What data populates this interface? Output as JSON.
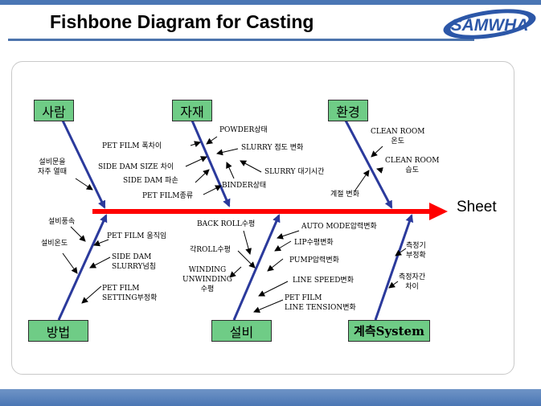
{
  "title": "Fishbone Diagram for Casting",
  "logo_text": "SAMWHA",
  "effect": "Sheet",
  "colors": {
    "spine": "#ff0000",
    "bone": "#2b3a9c",
    "box_fill": "#6fcc86",
    "accent": "#4a76b4"
  },
  "categories": {
    "people": "사람",
    "material": "자재",
    "environment": "환경",
    "method": "방법",
    "equipment": "설비",
    "measurement": "계측System"
  },
  "causes": {
    "people": [
      "설비문을\n자주 열때"
    ],
    "material": [
      "POWDER상태",
      "PET FILM 폭차이",
      "SLURRY 점도 변화",
      "SIDE DAM SIZE 차이",
      "SLURRY 대기시간",
      "SIDE DAM 파손",
      "BINDER상태",
      "PET FILM종류"
    ],
    "environment": [
      "CLEAN ROOM\n온도",
      "CLEAN ROOM\n습도",
      "계절 변화"
    ],
    "method": [
      "설비풍속",
      "설비온도",
      "PET FILM 움직임",
      "SIDE DAM\nSLURRY넘침",
      "PET FILM\nSETTING부정확"
    ],
    "equipment": [
      "BACK ROLL수평",
      "AUTO MODE압력변화",
      "LIP수평변화",
      "각ROLL수평",
      "PUMP압력변화",
      "WINDING\nUNWINDING\n수평",
      "LINE SPEED변화",
      "PET FILM\nLINE TENSION변화"
    ],
    "measurement": [
      "측정기\n부정확",
      "측정자간\n차이"
    ]
  }
}
